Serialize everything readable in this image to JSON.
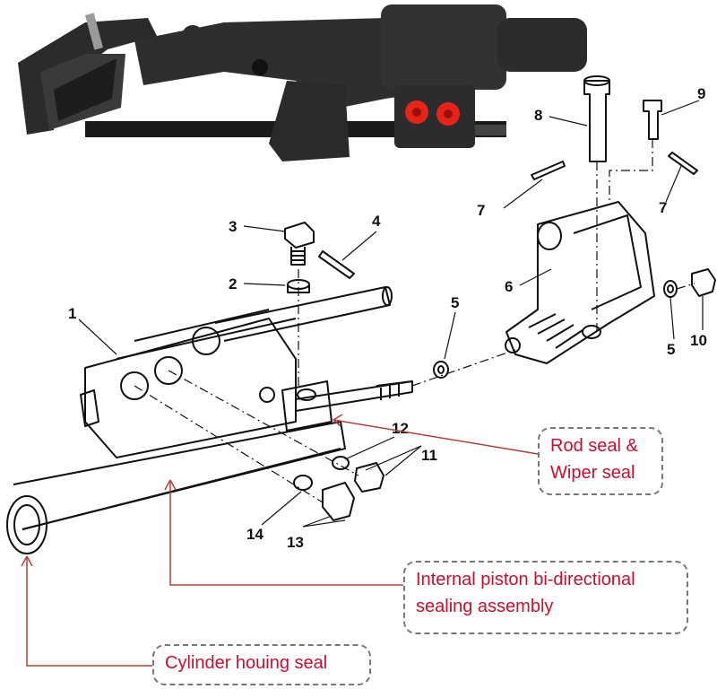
{
  "part_numbers": [
    "1",
    "2",
    "3",
    "4",
    "5",
    "5",
    "6",
    "7",
    "7",
    "8",
    "9",
    "10",
    "11",
    "12",
    "13",
    "14"
  ],
  "callouts": {
    "rod_seal": [
      "Rod seal &",
      "Wiper seal"
    ],
    "piston_seal": [
      "Internal piston bi-directional",
      "sealing assembly"
    ],
    "housing_seal": [
      "Cylinder houing seal"
    ]
  },
  "colors": {
    "callout_text": "#c8102e",
    "leader_line": "#b0413e",
    "part_black": "#2a2a2c",
    "fitting_red": "#e8231a"
  }
}
